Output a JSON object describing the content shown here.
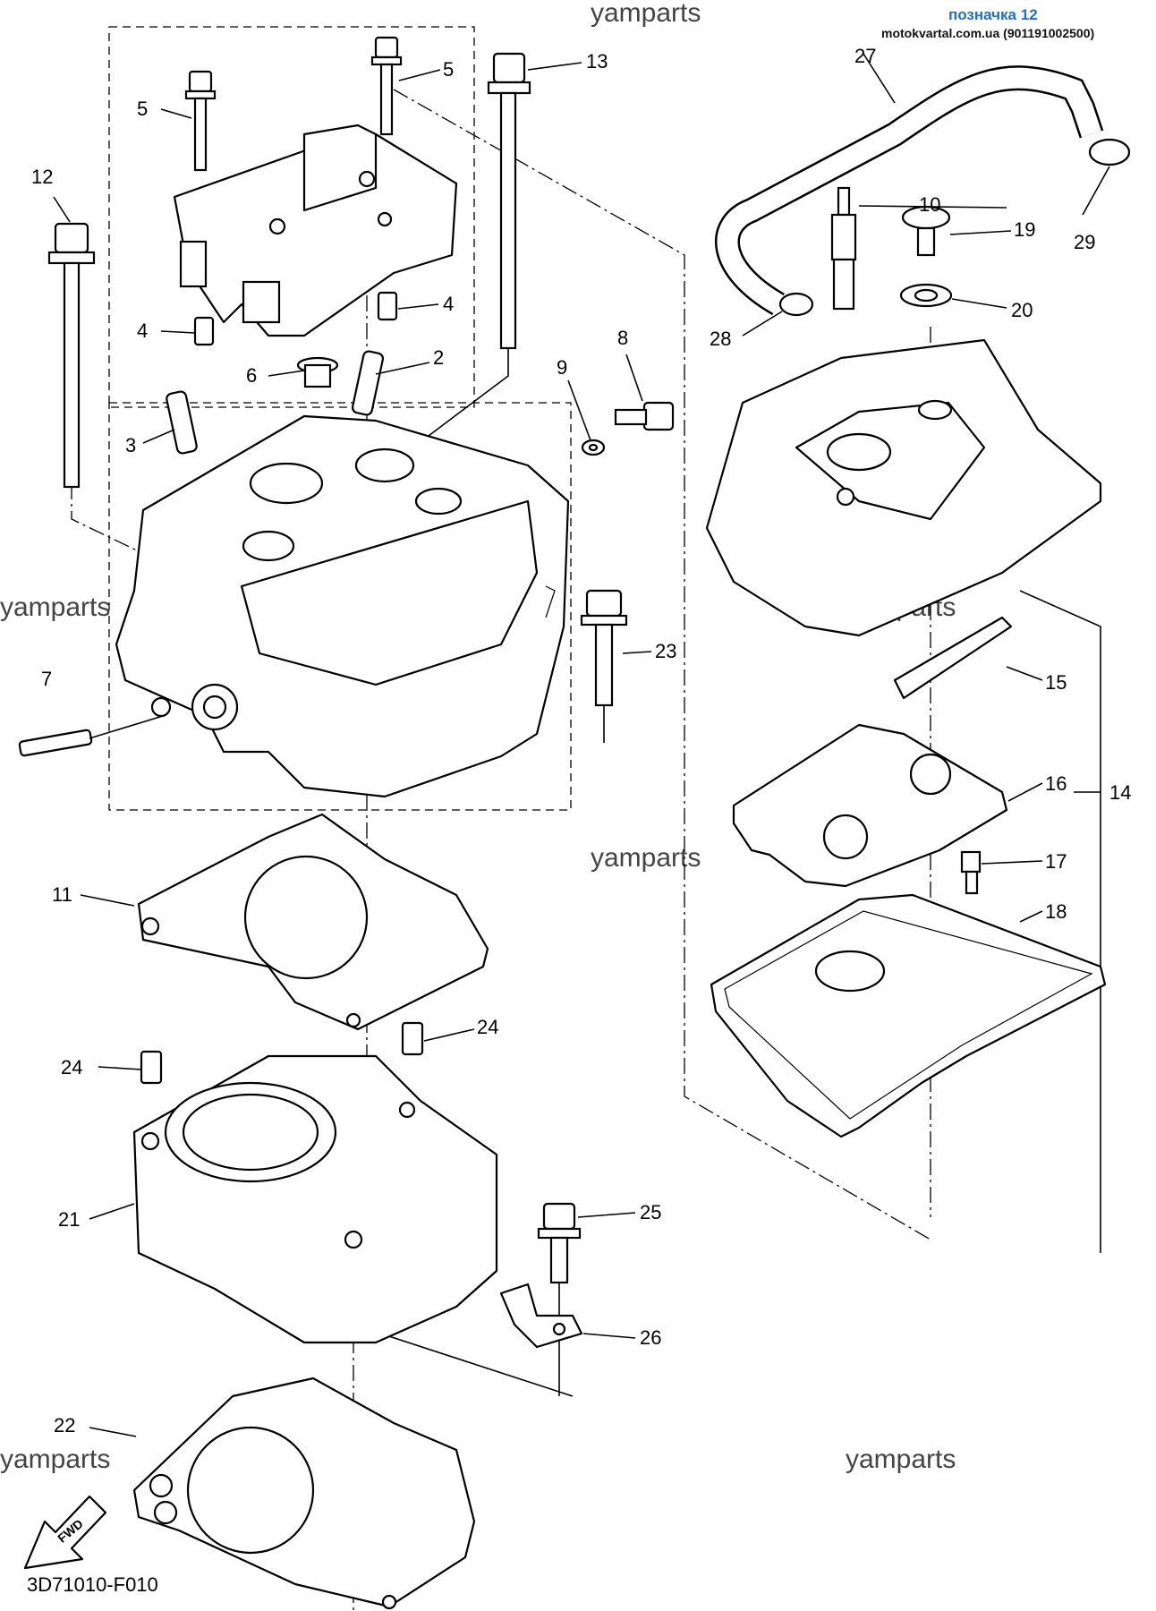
{
  "header": {
    "tag": "позначка 12",
    "site": "motokvartal.com.ua (901191002500)"
  },
  "watermarks": [
    "yamparts",
    "yamparts",
    "yamparts",
    "yamparts",
    "yamparts",
    "yamparts"
  ],
  "diagram_code": "3D71010-F010",
  "fwd_label": "FWD",
  "part_numbers": {
    "p2": "2",
    "p3": "3",
    "p4a": "4",
    "p4b": "4",
    "p5a": "5",
    "p5b": "5",
    "p6": "6",
    "p7": "7",
    "p8": "8",
    "p9": "9",
    "p10": "10",
    "p11": "11",
    "p12": "12",
    "p13": "13",
    "p14": "14",
    "p15": "15",
    "p16": "16",
    "p17": "17",
    "p18": "18",
    "p19": "19",
    "p20": "20",
    "p21": "21",
    "p22": "22",
    "p23": "23",
    "p24a": "24",
    "p24b": "24",
    "p25": "25",
    "p26": "26",
    "p27": "27",
    "p28": "28",
    "p29": "29"
  }
}
